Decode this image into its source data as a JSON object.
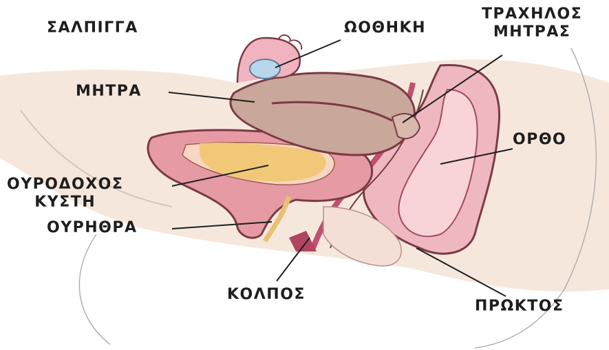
{
  "labels": {
    "salpinx": "ΣΑΛΠΙΓΓΑ",
    "ovary": "ΩΟΘΗΚΗ",
    "cervix_line1": "ΤΡΑΧΗΛΟΣ",
    "cervix_line2": "ΜΗΤΡΑΣ",
    "uterus": "ΜΗΤΡΑ",
    "rectum": "ΟΡΘΟ",
    "bladder_line1": "ΟΥΡΟΔΟΧΟΣ",
    "bladder_line2": "ΚΥΣΤΗ",
    "urethra": "ΟΥΡΗΘΡΑ",
    "vagina": "ΚΟΛΠΟΣ",
    "anus": "ΠΡΩΚΤΟΣ"
  },
  "colors": {
    "skin": "#f6e7dc",
    "outline": "#7a3a45",
    "uterus": "#c9a79a",
    "bladder_wall": "#e59aa4",
    "urine": "#f0c878",
    "rectum": "#efb8c0",
    "vaginal_canal": "#c05070",
    "leader": "#1e1e1e"
  }
}
